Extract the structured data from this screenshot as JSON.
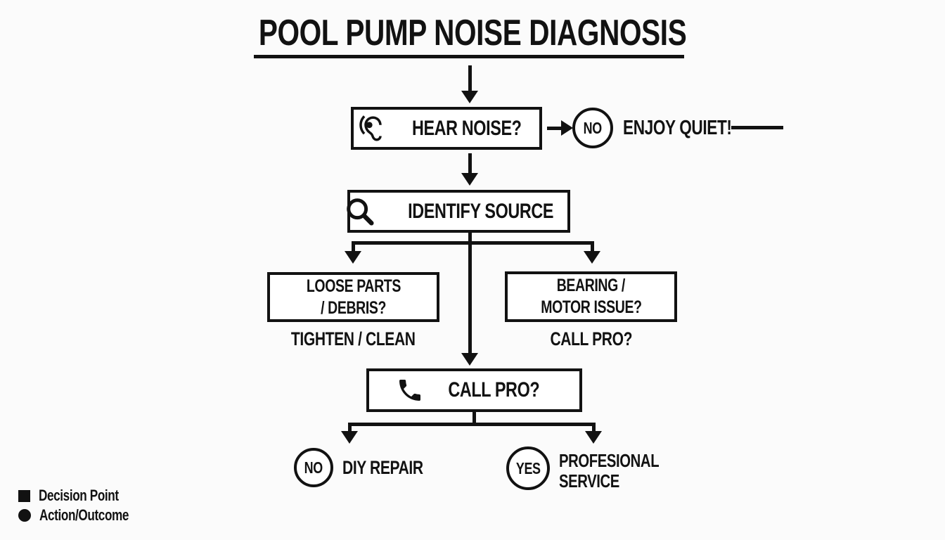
{
  "title": "POOL PUMP NOISE DIAGNOSIS",
  "nodes": {
    "hear_noise": {
      "label": "HEAR NOISE?",
      "icon": "ear-icon"
    },
    "enjoy_quiet": {
      "badge": "NO",
      "label": "ENJOY QUIET!"
    },
    "identify_source": {
      "label": "IDENTIFY SOURCE",
      "icon": "search-icon"
    },
    "loose_parts": {
      "line1": "LOOSE PARTS",
      "line2": "/ DEBRIS?",
      "outcome": "TIGHTEN / CLEAN"
    },
    "bearing_motor": {
      "line1": "BEARING /",
      "line2": "MOTOR ISSUE?",
      "outcome": "CALL PRO?"
    },
    "call_pro": {
      "label": "CALL PRO?",
      "icon": "phone-icon"
    },
    "diy_repair": {
      "badge": "NO",
      "label": "DIY REPAIR"
    },
    "professional_service": {
      "badge": "YES",
      "line1": "PROFESIONAL",
      "line2": "SERVICE"
    }
  },
  "legend": {
    "items": [
      {
        "marker": "square",
        "label": "Decision Point"
      },
      {
        "marker": "circle",
        "label": "Action/Outcome"
      }
    ]
  },
  "colors": {
    "ink": "#121212",
    "background": "#fbfbfb"
  }
}
